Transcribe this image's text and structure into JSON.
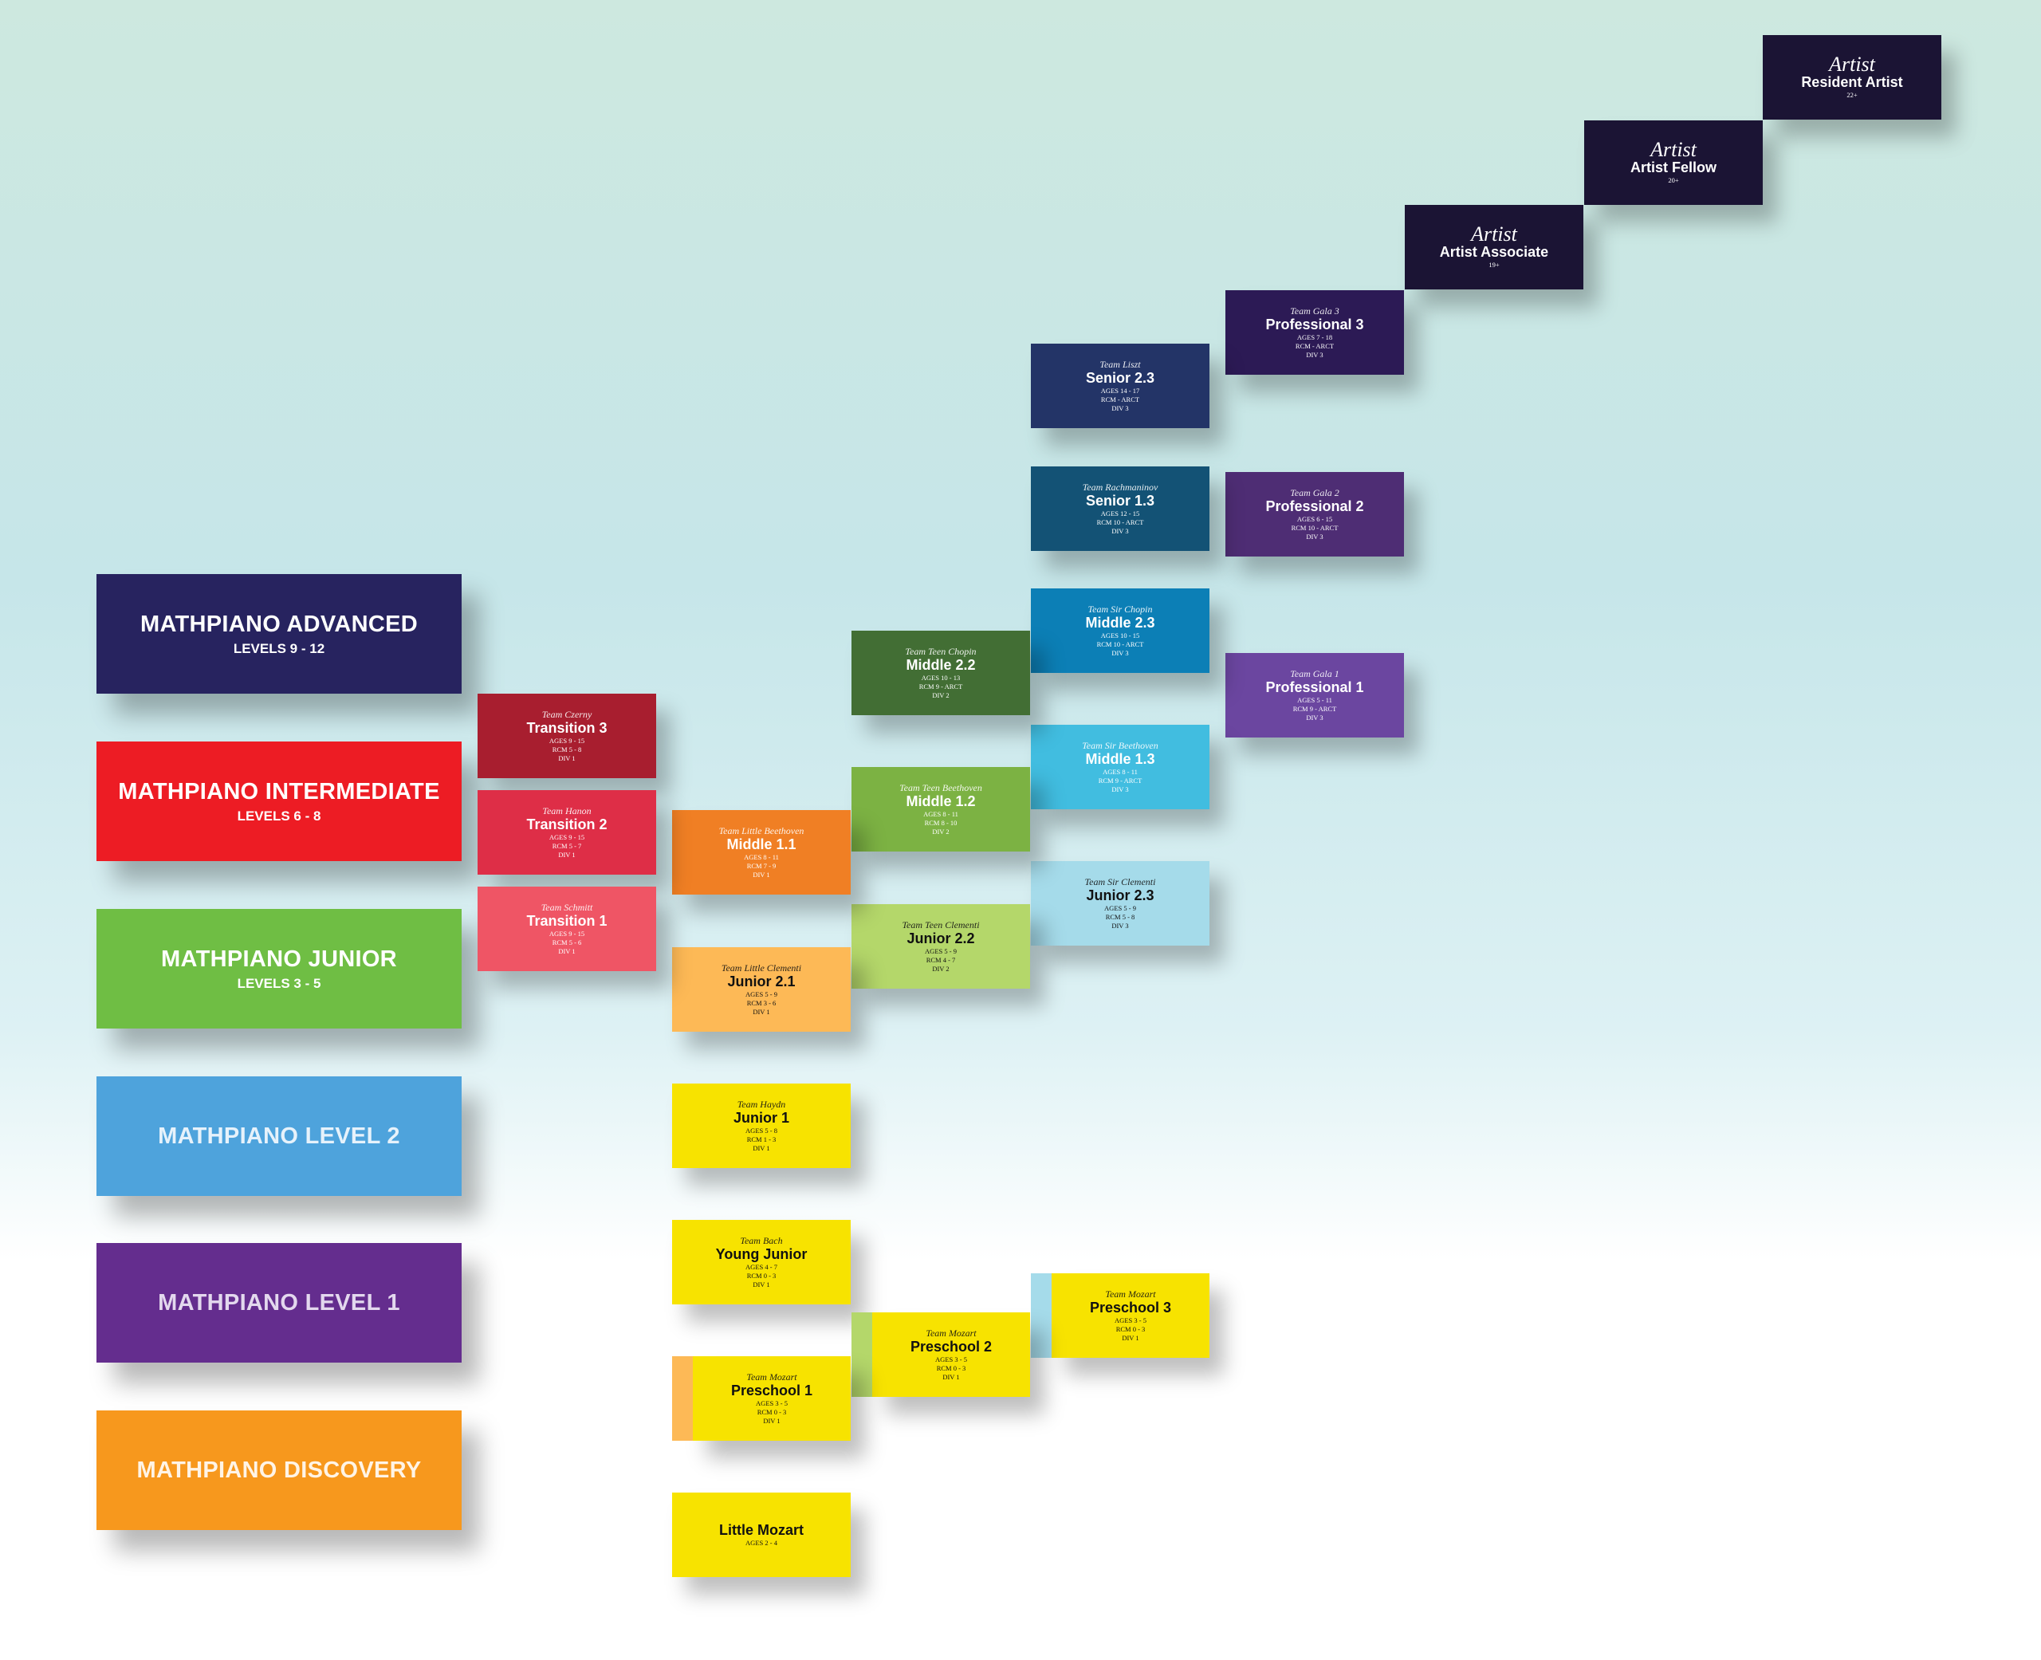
{
  "levels": [
    {
      "title": "MATHPIANO ADVANCED",
      "subtitle": "LEVELS 9 - 12",
      "color": "#27235f"
    },
    {
      "title": "MATHPIANO INTERMEDIATE",
      "subtitle": "LEVELS 6 - 8",
      "color": "#ed1c24"
    },
    {
      "title": "MATHPIANO JUNIOR",
      "subtitle": "LEVELS 3 - 5",
      "color": "#6fbe44"
    },
    {
      "title": "MATHPIANO LEVEL 2",
      "subtitle": "",
      "color": "#4ea3dc",
      "text_color": "#e6f2fb"
    },
    {
      "title": "MATHPIANO LEVEL 1",
      "subtitle": "",
      "color": "#642d8e",
      "text_color": "#e3d8ee"
    },
    {
      "title": "MATHPIANO DISCOVERY",
      "subtitle": "",
      "color": "#f7981d",
      "text_color": "#fff4e6"
    }
  ],
  "classes": {
    "resident_artist": {
      "team": "Artist",
      "name": "Resident Artist",
      "details": [
        "22+"
      ],
      "color": "#1b1434"
    },
    "artist_fellow": {
      "team": "Artist",
      "name": "Artist Fellow",
      "details": [
        "20+"
      ],
      "color": "#1b1434"
    },
    "artist_associate": {
      "team": "Artist",
      "name": "Artist Associate",
      "details": [
        "19+"
      ],
      "color": "#1b1434"
    },
    "professional_3": {
      "team": "Team Gala 3",
      "name": "Professional 3",
      "details": [
        "AGES 7 - 18",
        "RCM - ARCT",
        "DIV 3"
      ],
      "color": "#2c1a55"
    },
    "professional_2": {
      "team": "Team Gala 2",
      "name": "Professional 2",
      "details": [
        "AGES 6 - 15",
        "RCM 10 - ARCT",
        "DIV 3"
      ],
      "color": "#4e2d74"
    },
    "professional_1": {
      "team": "Team Gala 1",
      "name": "Professional 1",
      "details": [
        "AGES 5 - 11",
        "RCM 9 - ARCT",
        "DIV 3"
      ],
      "color": "#6b46a0"
    },
    "senior_2_3": {
      "team": "Team Liszt",
      "name": "Senior 2.3",
      "details": [
        "AGES 14 - 17",
        "RCM - ARCT",
        "DIV 3"
      ],
      "color": "#233467"
    },
    "senior_1_3": {
      "team": "Team Rachmaninov",
      "name": "Senior 1.3",
      "details": [
        "AGES 12 - 15",
        "RCM 10 - ARCT",
        "DIV 3"
      ],
      "color": "#135275"
    },
    "middle_2_3": {
      "team": "Team Sir Chopin",
      "name": "Middle 2.3",
      "details": [
        "AGES 10 - 15",
        "RCM 10 - ARCT",
        "DIV 3"
      ],
      "color": "#0c7fb6"
    },
    "middle_1_3": {
      "team": "Team Sir Beethoven",
      "name": "Middle 1.3",
      "details": [
        "AGES 8 - 11",
        "RCM 9 - ARCT",
        "DIV 3"
      ],
      "color": "#41bde0"
    },
    "junior_2_3": {
      "team": "Team Sir Clementi",
      "name": "Junior 2.3",
      "details": [
        "AGES 5 - 9",
        "RCM 5 - 8",
        "DIV 3"
      ],
      "color": "#a5dbea",
      "dark": true
    },
    "middle_2_2": {
      "team": "Team Teen Chopin",
      "name": "Middle 2.2",
      "details": [
        "AGES 10 - 13",
        "RCM 9 - ARCT",
        "DIV 2"
      ],
      "color": "#426e34"
    },
    "middle_1_2": {
      "team": "Team Teen Beethoven",
      "name": "Middle 1.2",
      "details": [
        "AGES 8 - 11",
        "RCM 8 - 10",
        "DIV 2"
      ],
      "color": "#7cb243"
    },
    "junior_2_2": {
      "team": "Team Teen Clementi",
      "name": "Junior 2.2",
      "details": [
        "AGES 5 - 9",
        "RCM 4 - 7",
        "DIV 2"
      ],
      "color": "#b4d76a",
      "dark": true
    },
    "middle_1_1": {
      "team": "Team Little Beethoven",
      "name": "Middle 1.1",
      "details": [
        "AGES 8 - 11",
        "RCM 7 - 9",
        "DIV 1"
      ],
      "color": "#f07f24"
    },
    "junior_2_1": {
      "team": "Team Little Clementi",
      "name": "Junior 2.1",
      "details": [
        "AGES 5 - 9",
        "RCM 3 - 6",
        "DIV 1"
      ],
      "color": "#fdb956",
      "dark": true
    },
    "transition_3": {
      "team": "Team Czerny",
      "name": "Transition 3",
      "details": [
        "AGES 9 - 15",
        "RCM 5 - 8",
        "DIV 1"
      ],
      "color": "#a81e2f"
    },
    "transition_2": {
      "team": "Team Hanon",
      "name": "Transition 2",
      "details": [
        "AGES 9 - 15",
        "RCM 5 - 7",
        "DIV 1"
      ],
      "color": "#de2e47"
    },
    "transition_1": {
      "team": "Team Schmitt",
      "name": "Transition 1",
      "details": [
        "AGES 9 - 15",
        "RCM 5 - 6",
        "DIV 1"
      ],
      "color": "#ef5565"
    },
    "junior_1": {
      "team": "Team Haydn",
      "name": "Junior 1",
      "details": [
        "AGES 5 - 8",
        "RCM 1 - 3",
        "DIV 1"
      ],
      "color": "#f7e300",
      "dark": true
    },
    "young_junior": {
      "team": "Team Bach",
      "name": "Young Junior",
      "details": [
        "AGES 4 - 7",
        "RCM 0 - 3",
        "DIV 1"
      ],
      "color": "#f7e300",
      "dark": true
    },
    "preschool_3": {
      "team": "Team Mozart",
      "name": "Preschool 3",
      "details": [
        "AGES 3 - 5",
        "RCM 0 - 3",
        "DIV 1"
      ],
      "color": "#f7e300",
      "dark": true,
      "stripe": "#a5dbea"
    },
    "preschool_2": {
      "team": "Team Mozart",
      "name": "Preschool 2",
      "details": [
        "AGES 3 - 5",
        "RCM 0 - 3",
        "DIV 1"
      ],
      "color": "#f7e300",
      "dark": true,
      "stripe": "#b4d76a"
    },
    "preschool_1": {
      "team": "Team Mozart",
      "name": "Preschool 1",
      "details": [
        "AGES 3 - 5",
        "RCM 0 - 3",
        "DIV 1"
      ],
      "color": "#f7e300",
      "dark": true,
      "stripe": "#fdb956"
    },
    "little_mozart": {
      "team": "",
      "name": "Little Mozart",
      "details": [
        "AGES 2 - 4"
      ],
      "color": "#f7e300",
      "dark": true
    }
  }
}
